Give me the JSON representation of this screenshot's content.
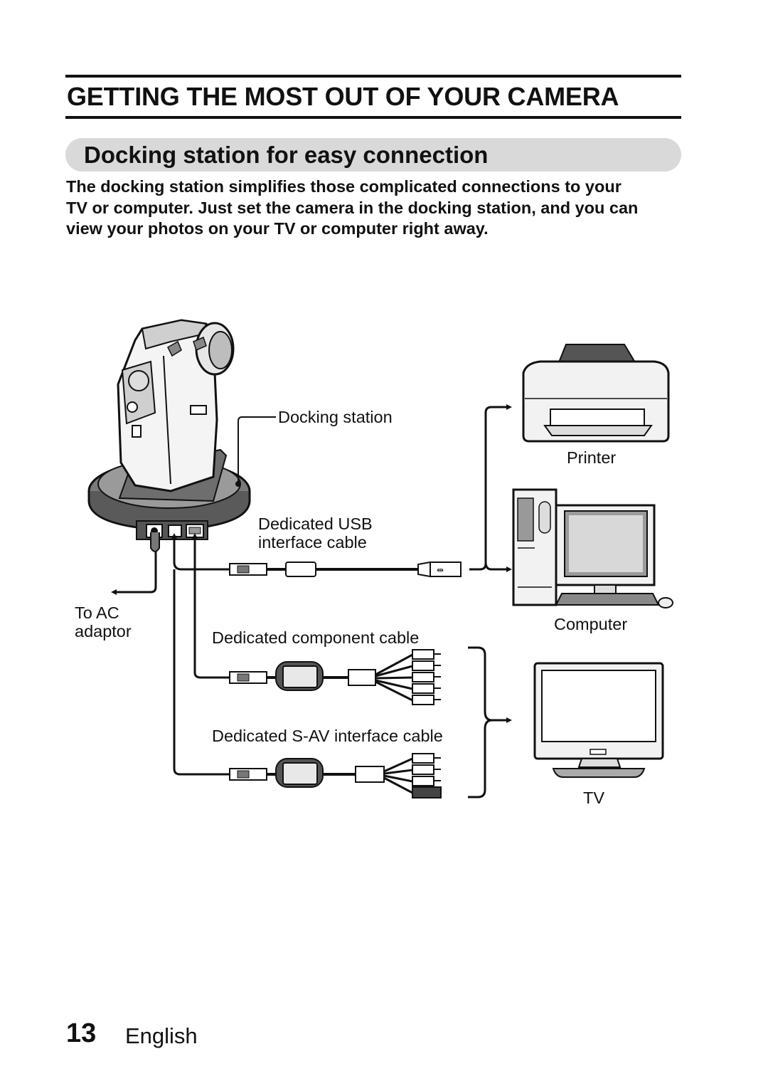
{
  "header": {
    "title": "GETTING THE MOST OUT OF YOUR CAMERA",
    "subtitle": "Docking station for easy connection",
    "intro": "The docking station simplifies those complicated connections to your\nTV or computer. Just set the camera in the docking station, and you can\nview your photos on your TV or computer right away."
  },
  "diagram": {
    "labels": {
      "docking_station": "Docking station",
      "printer": "Printer",
      "usb_cable": "Dedicated USB\ninterface cable",
      "ac_adaptor": "To AC\nadaptor",
      "computer": "Computer",
      "component_cable": "Dedicated component cable",
      "sav_cable": "Dedicated S-AV interface cable",
      "tv": "TV"
    },
    "icons": [
      "camera-icon",
      "docking-station-icon",
      "printer-icon",
      "computer-icon",
      "tv-icon",
      "usb-cable-icon",
      "component-cable-icon",
      "sav-cable-icon"
    ]
  },
  "footer": {
    "page_number": "13",
    "language": "English"
  }
}
